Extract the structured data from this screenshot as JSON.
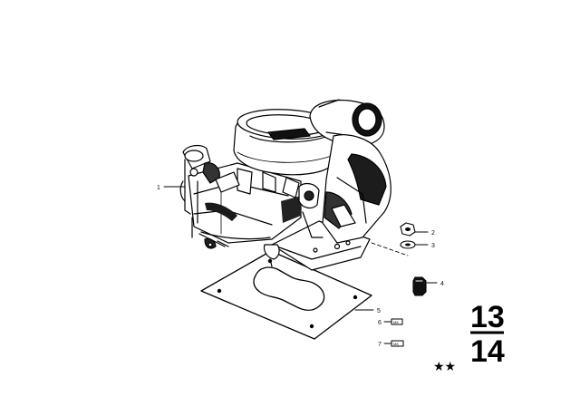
{
  "diagram": {
    "callouts": [
      {
        "id": "1",
        "label": "1"
      },
      {
        "id": "2",
        "label": "2"
      },
      {
        "id": "3",
        "label": "3"
      },
      {
        "id": "4",
        "label": "4"
      },
      {
        "id": "5",
        "label": "5"
      },
      {
        "id": "6",
        "label": "6"
      },
      {
        "id": "7",
        "label": "7"
      }
    ],
    "part_marks": {
      "item6": "M8",
      "item7": "M8"
    },
    "section": {
      "top": "13",
      "bottom": "14"
    },
    "stars": "★★"
  }
}
